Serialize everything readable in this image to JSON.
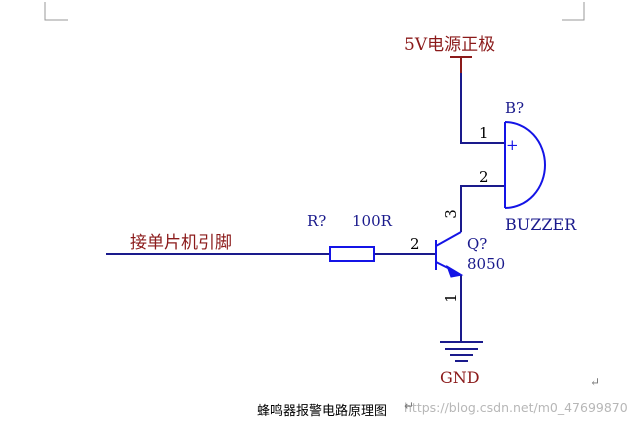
{
  "schematic": {
    "power_label": "5V电源正极",
    "buzzer_ref": "B?",
    "buzzer_name": "BUZZER",
    "buzzer_plus": "+",
    "buzzer_pin1": "1",
    "buzzer_pin2": "2",
    "input_label": "接单片机引脚",
    "resistor_ref": "R?",
    "resistor_value": "100R",
    "transistor_ref": "Q?",
    "transistor_part": "8050",
    "transistor_pin_base": "2",
    "transistor_pin_collector": "3",
    "transistor_pin_emitter": "1",
    "ground_label": "GND",
    "paragraph_mark": "↵"
  },
  "caption": {
    "title": "蜂鸣器报警电路原理图",
    "return_mark": "↵",
    "watermark": "https://blog.csdn.net/m0_47699870"
  },
  "colors": {
    "wire": "#1a1a8c",
    "component": "#1414e6",
    "label": "#8b1a1a",
    "pin_number": "#000000",
    "margin_mark": "#999999"
  }
}
